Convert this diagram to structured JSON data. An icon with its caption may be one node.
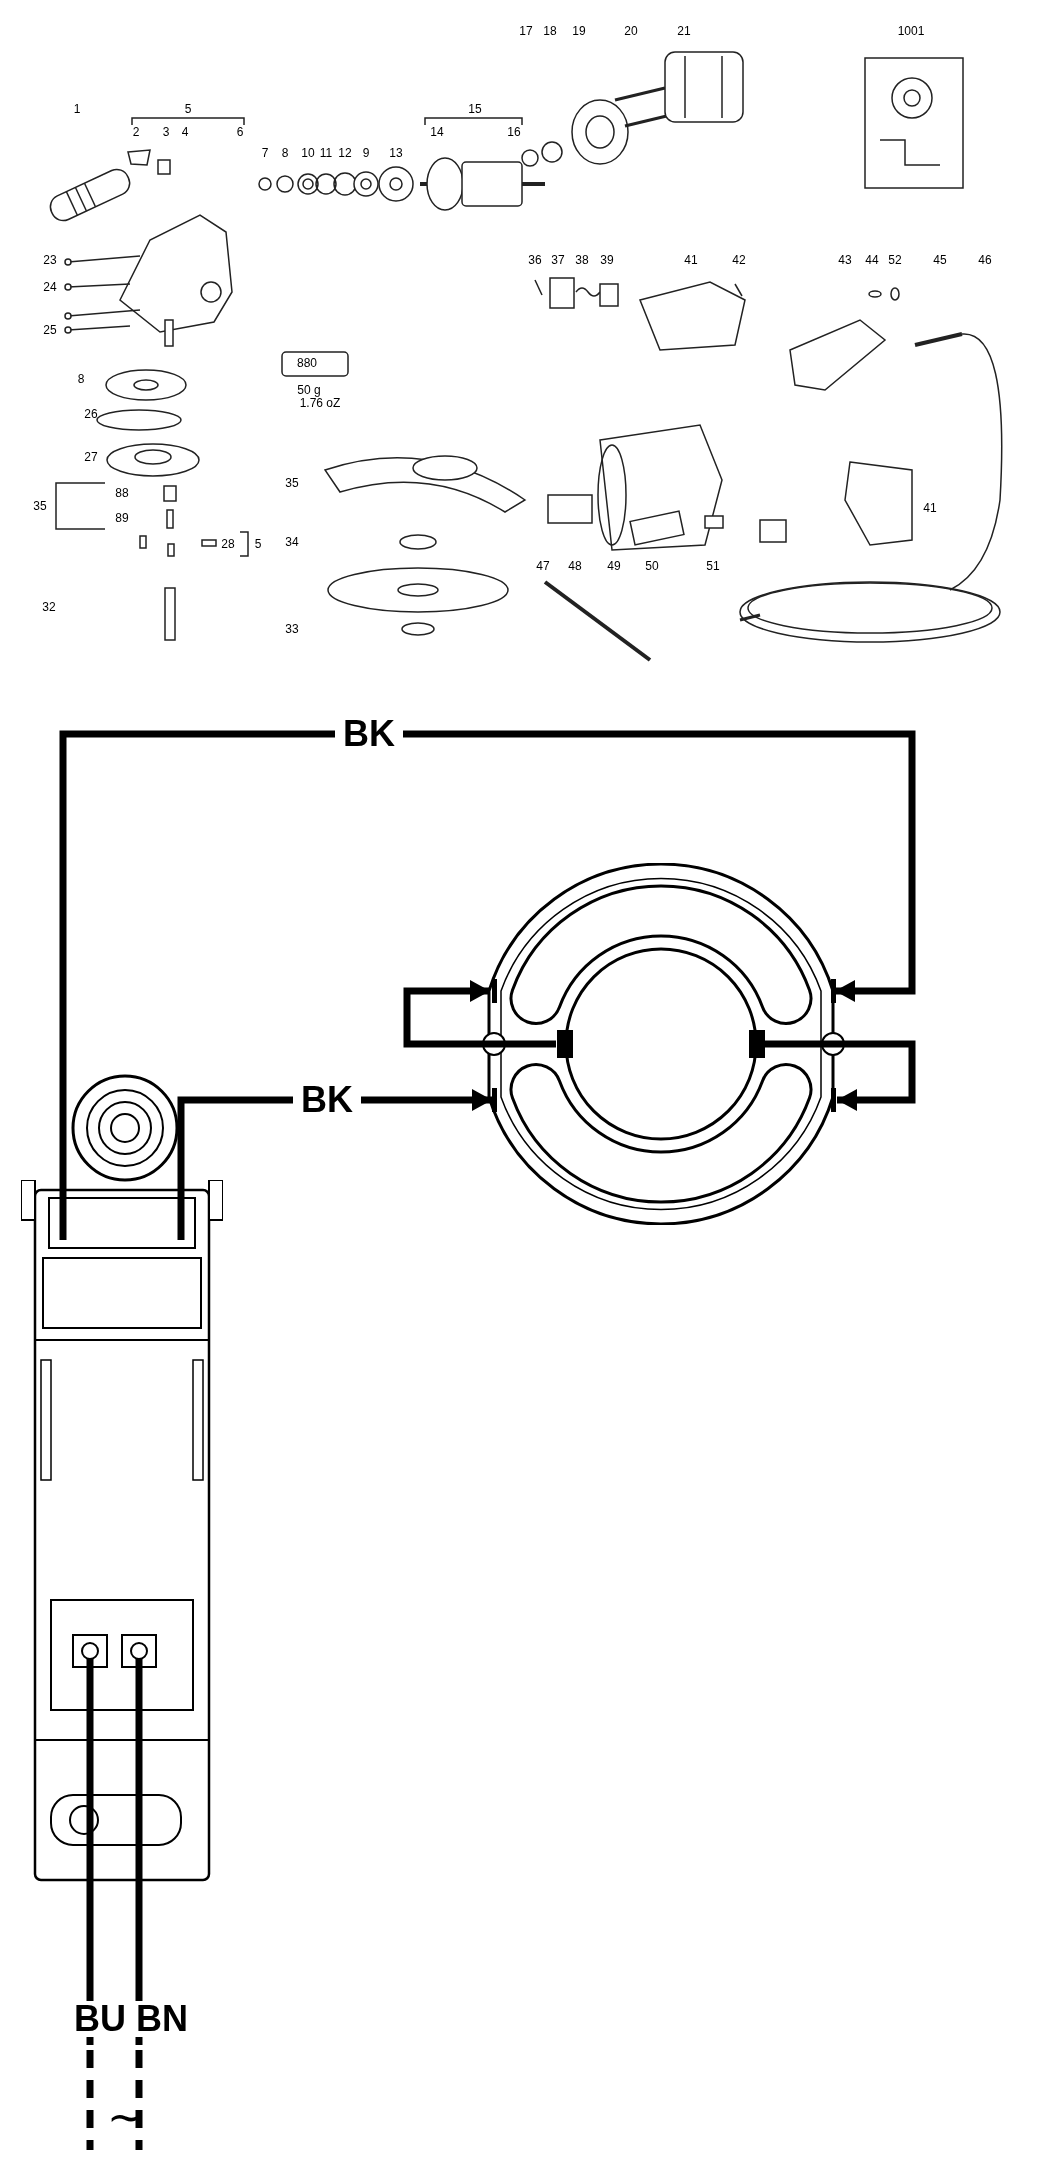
{
  "diagram": {
    "nodes": [
      {
        "text": [],
        "shape": "circle"
      },
      {
        "text": [],
        "shape": "picture"
      }
    ],
    "edges": [
      {
        "from": 1,
        "to": 0,
        "arrow": "to",
        "label": "BK"
      },
      {
        "from": 1,
        "to": 0,
        "arrow": "to",
        "label": "BK"
      },
      {
        "from": null,
        "to": 1,
        "arrow": "none",
        "label": "BU"
      },
      {
        "from": null,
        "to": 1,
        "arrow": "none",
        "label": "BN"
      },
      {
        "from": 0,
        "to": 0,
        "arrow": "to"
      },
      {
        "from": 0,
        "to": 0,
        "arrow": "to"
      }
    ],
    "labels": [
      "17",
      "18",
      "19",
      "20",
      "21",
      "1001",
      "1",
      "5",
      "15",
      "2",
      "3",
      "4",
      "6",
      "14",
      "16",
      "7",
      "8",
      "10",
      "11",
      "12",
      "9",
      "13",
      "23",
      "36",
      "37",
      "38",
      "39",
      "41",
      "42",
      "43",
      "44",
      "52",
      "45",
      "46",
      "24",
      "25",
      "880",
      "8",
      "50 g",
      "1.76 oZ",
      "26",
      "27",
      "35",
      "88",
      "35",
      "41",
      "89",
      "28",
      "5",
      "34",
      "47",
      "48",
      "49",
      "50",
      "51",
      "32",
      "33",
      "∼"
    ]
  }
}
